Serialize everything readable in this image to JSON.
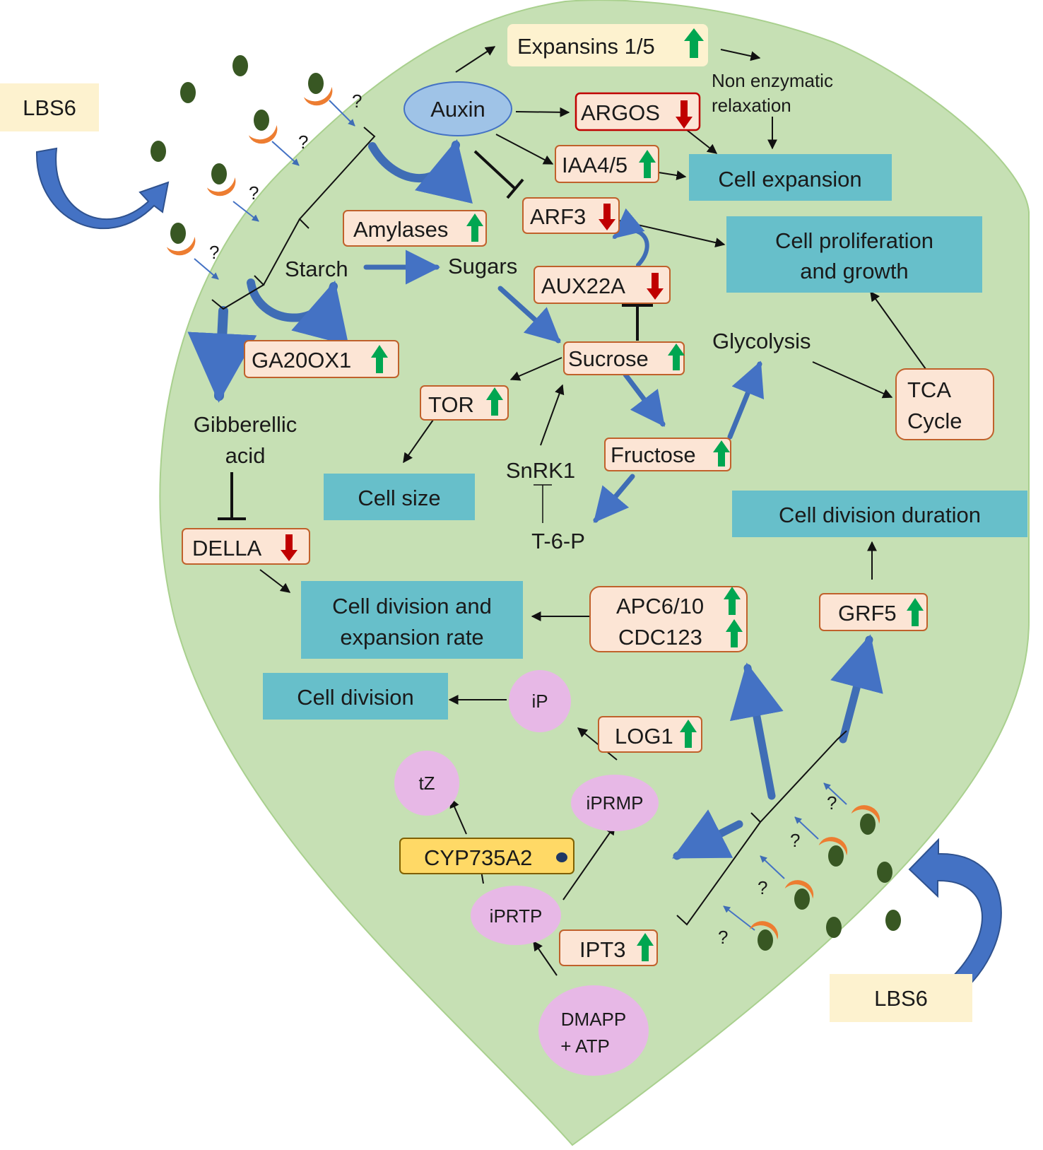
{
  "colors": {
    "leaf_fill": "#c6e0b4",
    "outcome_box": "#67bfca",
    "gene_box": "#fce5d5",
    "gene_border": "#c0612b",
    "argos_border": "#c00000",
    "compound_fill": "#e7b8e6",
    "lbs6_fill": "#fdf2cf",
    "auxin_fill": "#9fc3e7",
    "cyp_fill": "#ffd966",
    "up_arrow": "#00a651",
    "down_arrow": "#c00000",
    "blue_arrow": "#3f6db5",
    "bacteria": "#385723",
    "receptor": "#ed7d31"
  },
  "lbs6": {
    "left": "LBS6",
    "right": "LBS6"
  },
  "auxin": "Auxin",
  "genes": {
    "expansins": "Expansins 1/5",
    "argos": "ARGOS",
    "iaa": "IAA4/5",
    "arf3": "ARF3",
    "amylases": "Amylases",
    "aux22a": "AUX22A",
    "ga20ox1": "GA20OX1",
    "sucrose": "Sucrose",
    "tor": "TOR",
    "fructose": "Fructose",
    "tca_line1": "TCA",
    "tca_line2": "Cycle",
    "della": "DELLA",
    "apc_line1": "APC6/10",
    "apc_line2": "CDC123",
    "grf5": "GRF5",
    "log1": "LOG1",
    "cyp": "CYP735A2",
    "ipt3": "IPT3"
  },
  "labels": {
    "non_enzymatic_line1": "Non enzymatic",
    "non_enzymatic_line2": "relaxation",
    "starch": "Starch",
    "sugars": "Sugars",
    "glycolysis": "Glycolysis",
    "snrk1": "SnRK1",
    "t6p": "T-6-P",
    "gibberellic_line1": "Gibberellic",
    "gibberellic_line2": "acid",
    "question": "?"
  },
  "outcomes": {
    "cell_expansion": "Cell expansion",
    "prolif_line1": "Cell proliferation",
    "prolif_line2": "and growth",
    "cell_size": "Cell size",
    "division_duration": "Cell division duration",
    "rate_line1": "Cell division and",
    "rate_line2": "expansion rate",
    "cell_division": "Cell division"
  },
  "compounds": {
    "ip": "iP",
    "tz": "tZ",
    "iprmp": "iPRMP",
    "iprtp": "iPRTP",
    "dmapp_line1": "DMAPP",
    "dmapp_line2": "+ ATP"
  }
}
